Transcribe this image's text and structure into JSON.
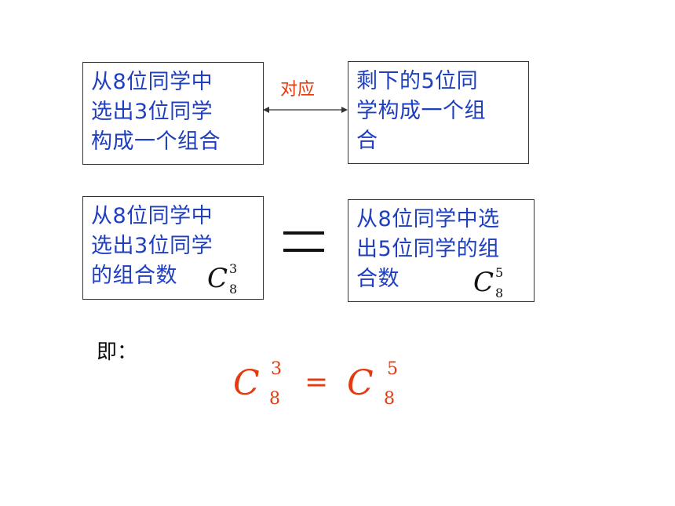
{
  "box1": {
    "lines": [
      "从8位同学中",
      "选出3位同学",
      "构成一个组合"
    ]
  },
  "box2": {
    "lines": [
      "剩下的5位同",
      "学构成一个组",
      "合"
    ]
  },
  "arrow_label": "对应",
  "box3": {
    "lines": [
      "从8位同学中",
      "选出3位同学",
      "的组合数"
    ]
  },
  "box4": {
    "lines": [
      "从8位同学中选",
      "出5位同学的组",
      "合数"
    ]
  },
  "binom3": {
    "symbol": "C",
    "sup": "3",
    "sub": "8"
  },
  "binom5": {
    "symbol": "C",
    "sup": "5",
    "sub": "8"
  },
  "ji_label": "即：",
  "formula": {
    "left": {
      "symbol": "C",
      "sup": "3",
      "sub": "8"
    },
    "equals": "=",
    "right": {
      "symbol": "C",
      "sup": "5",
      "sub": "8"
    }
  },
  "colors": {
    "box_text": "#1f3fbf",
    "accent": "#e5390f"
  }
}
